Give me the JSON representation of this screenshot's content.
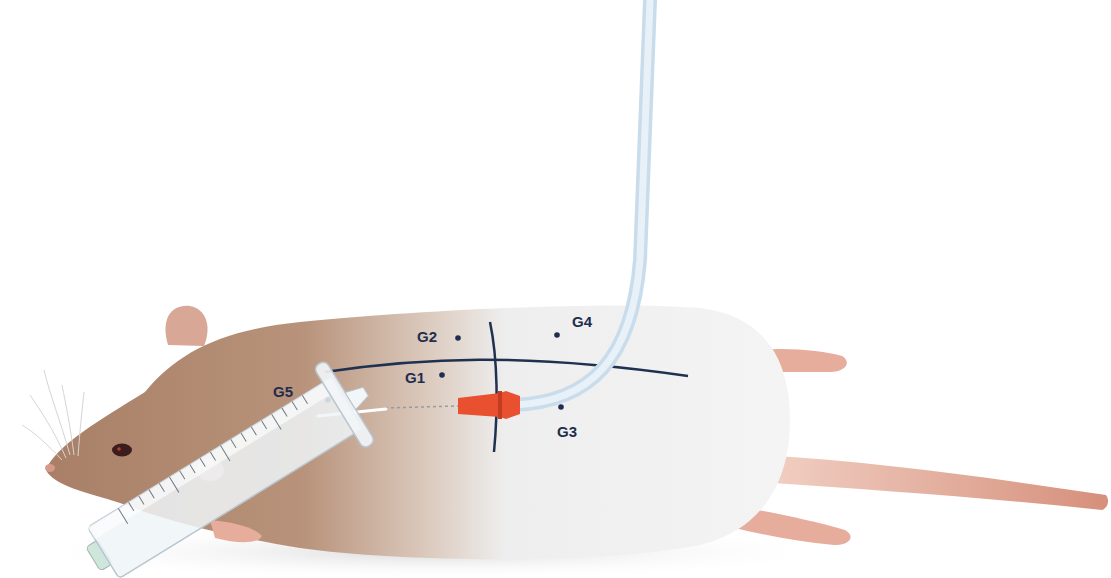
{
  "diagram": {
    "labels": [
      "G2",
      "G4",
      "G5",
      "G1",
      "G3"
    ]
  }
}
